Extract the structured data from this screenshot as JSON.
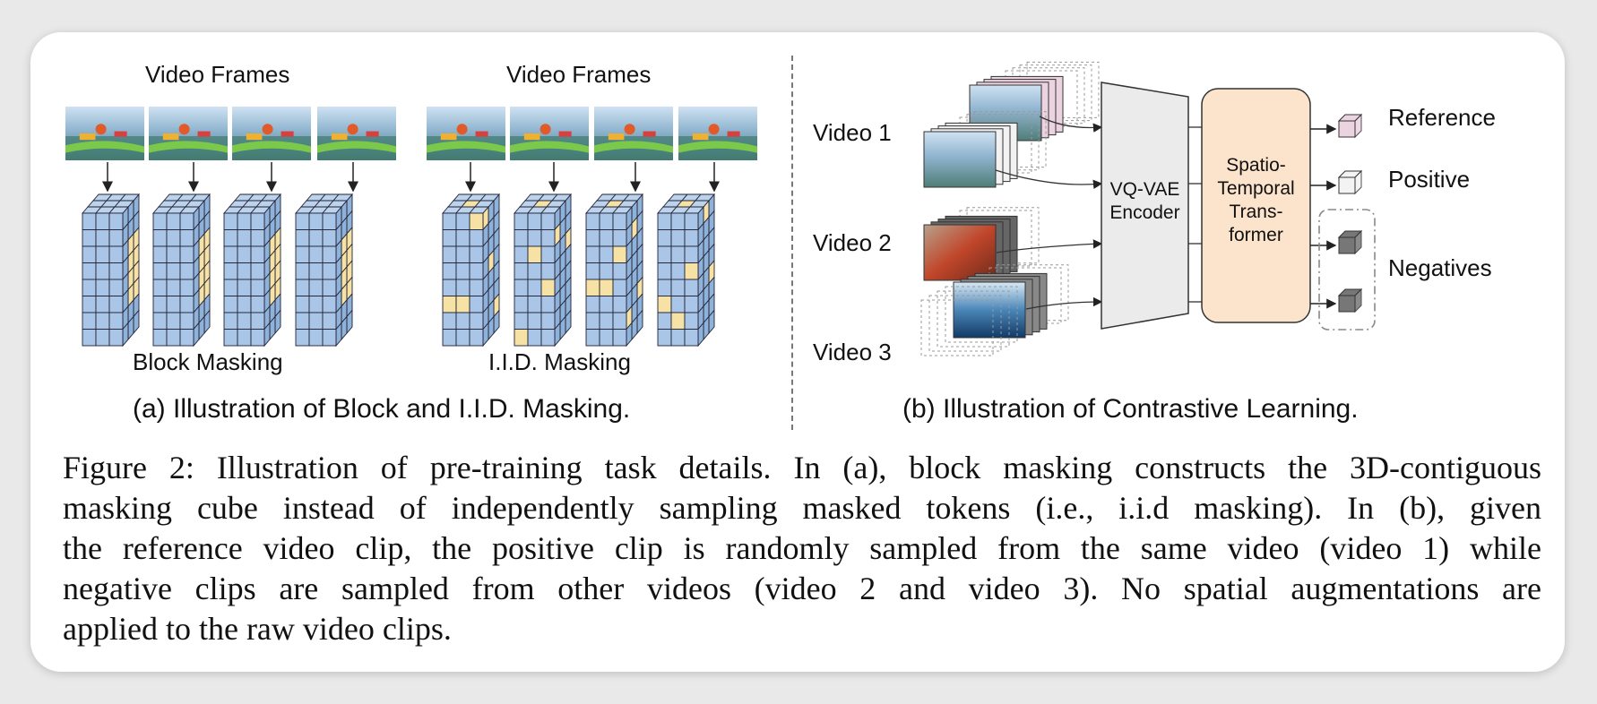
{
  "panel_a": {
    "frames_label_left": "Video Frames",
    "frames_label_right": "Video Frames",
    "block_label": "Block Masking",
    "iid_label": "I.I.D. Masking",
    "caption": "(a) Illustration of Block and I.I.D. Masking."
  },
  "panel_b": {
    "video1": "Video 1",
    "video2": "Video 2",
    "video3": "Video 3",
    "encoder": [
      "VQ-VAE",
      "Encoder"
    ],
    "transformer": [
      "Spatio-",
      "Temporal",
      "Trans-",
      "former"
    ],
    "reference": "Reference",
    "positive": "Positive",
    "negatives": "Negatives",
    "caption": "(b) Illustration of Contrastive Learning."
  },
  "figure_caption": {
    "lines": [
      "Figure 2:  Illustration of pre-training task details. In (a), block masking constructs the 3D-contiguous",
      "masking cube instead of independently sampling masked tokens (i.e., i.i.d masking). In (b), given",
      "the reference video clip, the positive clip is randomly sampled from the same video (video 1) while",
      "negative clips are sampled from other videos (video 2 and video 3). No spatial augmentations are",
      "applied to the raw video clips."
    ]
  },
  "colors": {
    "token_blue": "#a9c6e8",
    "token_mask": "#f6e2a4",
    "transformer_fill": "#fbe3cc",
    "encoder_fill": "#ebebeb",
    "reference_cube": "#ecd3e0"
  }
}
